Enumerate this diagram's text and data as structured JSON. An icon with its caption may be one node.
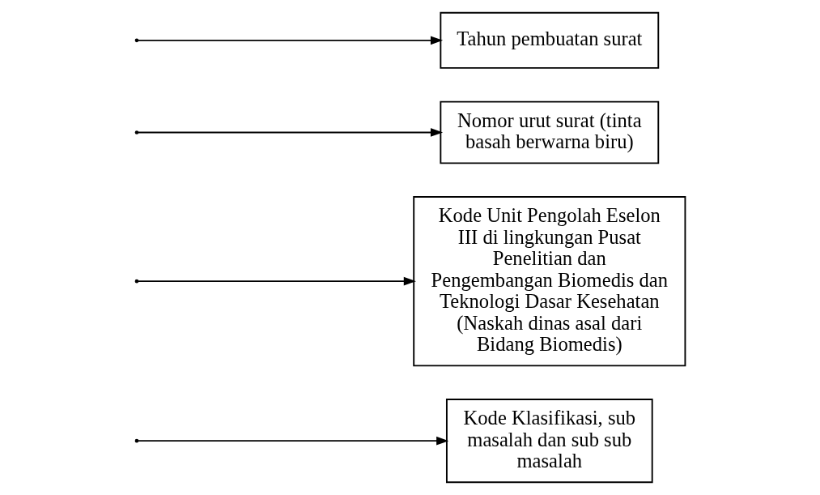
{
  "diagram": {
    "nodes": [
      {
        "text": [
          "Kode Klasifikasi, sub masalah dan sub sub masalah"
        ]
      },
      {
        "text": [
          "Kode Unit Pengolah Eselon III di lingkungan Pusat Penelitian dan Pengembangan Biomedis dan Teknologi Dasar Kesehatan (Naskah dinas asal dari Bidang Biomedis)"
        ]
      },
      {
        "text": [
          "Nomor urut surat (tinta basah berwarna biru)"
        ]
      },
      {
        "text": [
          "Tahun pembuatan surat"
        ]
      }
    ],
    "edges": [
      {
        "from": null,
        "to": 0,
        "arrow": "to"
      },
      {
        "from": null,
        "to": 1,
        "arrow": "to"
      },
      {
        "from": null,
        "to": 2,
        "arrow": "to"
      },
      {
        "from": null,
        "to": 3,
        "arrow": "to"
      }
    ]
  }
}
